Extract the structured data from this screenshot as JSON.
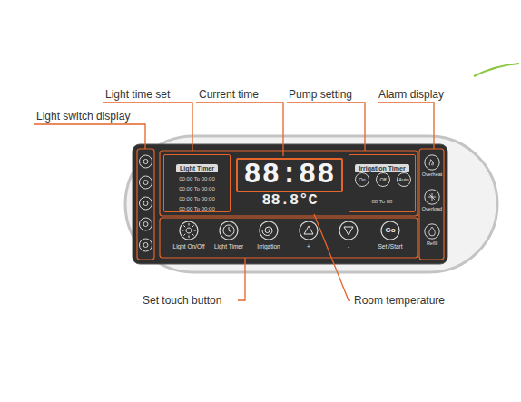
{
  "diagram": {
    "nodes": [
      {
        "text": [
          "Light Timer",
          "00:00 To 00:00",
          "00:00 To 00:00",
          "00:00 To 00:00",
          "00:00 To 00:00"
        ]
      },
      {
        "text": [
          "88:88"
        ]
      },
      {
        "text": [
          "Irrigation Timer",
          "88 To 88"
        ]
      },
      {
        "text": [
          "On"
        ],
        "in": 2
      },
      {
        "text": [
          "Off"
        ],
        "in": 2
      },
      {
        "text": [
          "Auto"
        ],
        "in": 2
      },
      {
        "text": [
          "Overheat"
        ]
      },
      {
        "text": [
          "Overload"
        ]
      },
      {
        "text": [
          "Refill"
        ]
      },
      {
        "text": [
          "Light On/Off"
        ]
      },
      {
        "text": [
          "Light Timer"
        ]
      },
      {
        "text": [
          "Irrigation"
        ]
      },
      {
        "text": [
          "+"
        ]
      },
      {
        "text": [
          "-"
        ]
      },
      {
        "text": [
          "Go",
          "Set /Start"
        ]
      }
    ],
    "labels": [
      "Light time set",
      "Current time",
      "Pump setting",
      "Alarm display",
      "Light switch display",
      "88.8°C",
      "Set touch button",
      "Room temperature"
    ]
  }
}
